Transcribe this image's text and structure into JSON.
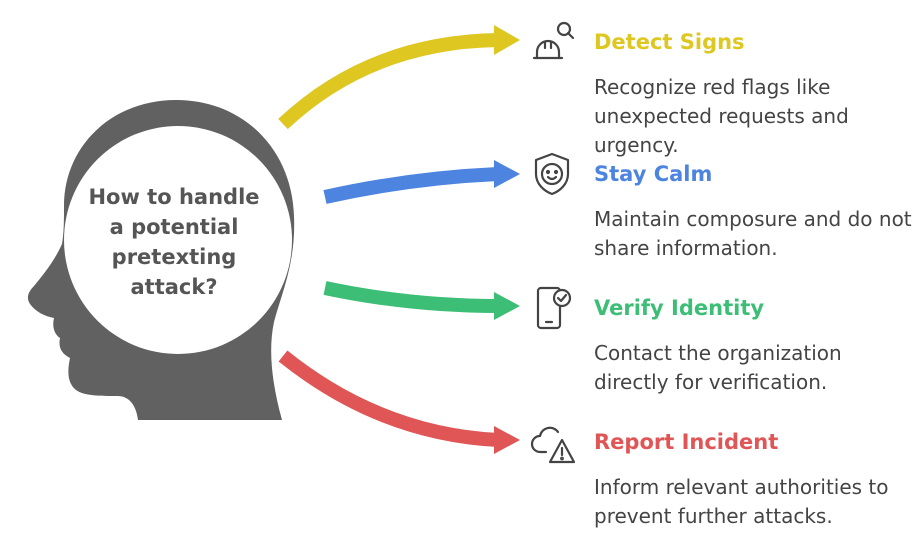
{
  "center": {
    "lines": [
      "How to handle",
      "a potential",
      "pretexting",
      "attack?"
    ]
  },
  "steps": [
    {
      "title": "Detect Signs",
      "description": "Recognize red flags like unexpected requests and urgency.",
      "color": "#DDC720",
      "icon": "hardhat-search-icon"
    },
    {
      "title": "Stay Calm",
      "description": "Maintain composure and do not share information.",
      "color": "#4C84E0",
      "icon": "calm-face-shield-icon"
    },
    {
      "title": "Verify Identity",
      "description": "Contact the organization directly for verification.",
      "color": "#3DBE76",
      "icon": "phone-check-icon"
    },
    {
      "title": "Report Incident",
      "description": "Inform relevant authorities to prevent further attacks.",
      "color": "#E05555",
      "icon": "cloud-warning-icon"
    }
  ],
  "head_color": "#616161"
}
